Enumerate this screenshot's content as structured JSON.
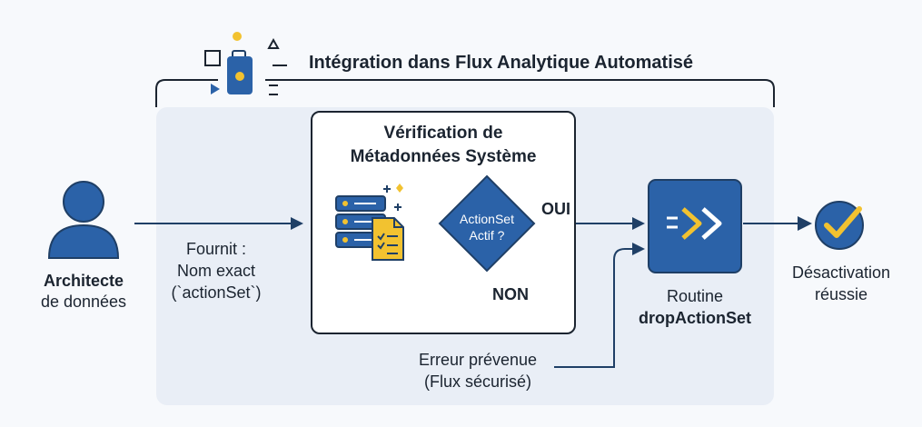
{
  "title": "Intégration dans Flux Analytique Automatisé",
  "architect": {
    "line1": "Architecte",
    "line2": "de données"
  },
  "provides": {
    "line1": "Fournit :",
    "line2": "Nom exact",
    "line3": "(`actionSet`)"
  },
  "verification": {
    "line1": "Vérification de",
    "line2": "Métadonnées Système"
  },
  "decision": {
    "line1": "ActionSet",
    "line2": "Actif ?"
  },
  "yes_label": "OUI",
  "no_label": "NON",
  "error": {
    "line1": "Erreur prévenue",
    "line2": "(Flux sécurisé)"
  },
  "routine": {
    "line1": "Routine",
    "line2": "dropActionSet"
  },
  "result": {
    "line1": "Désactivation",
    "line2": "réussie"
  },
  "colors": {
    "navy": "#1f3f66",
    "blue": "#2b62a8",
    "yellow": "#f2c230",
    "panel": "#e9eef6"
  },
  "icons": [
    "user-icon",
    "database-server-icon",
    "document-checklist-icon",
    "decision-diamond",
    "double-chevron-right-icon",
    "check-circle-icon",
    "briefcase-icon"
  ]
}
